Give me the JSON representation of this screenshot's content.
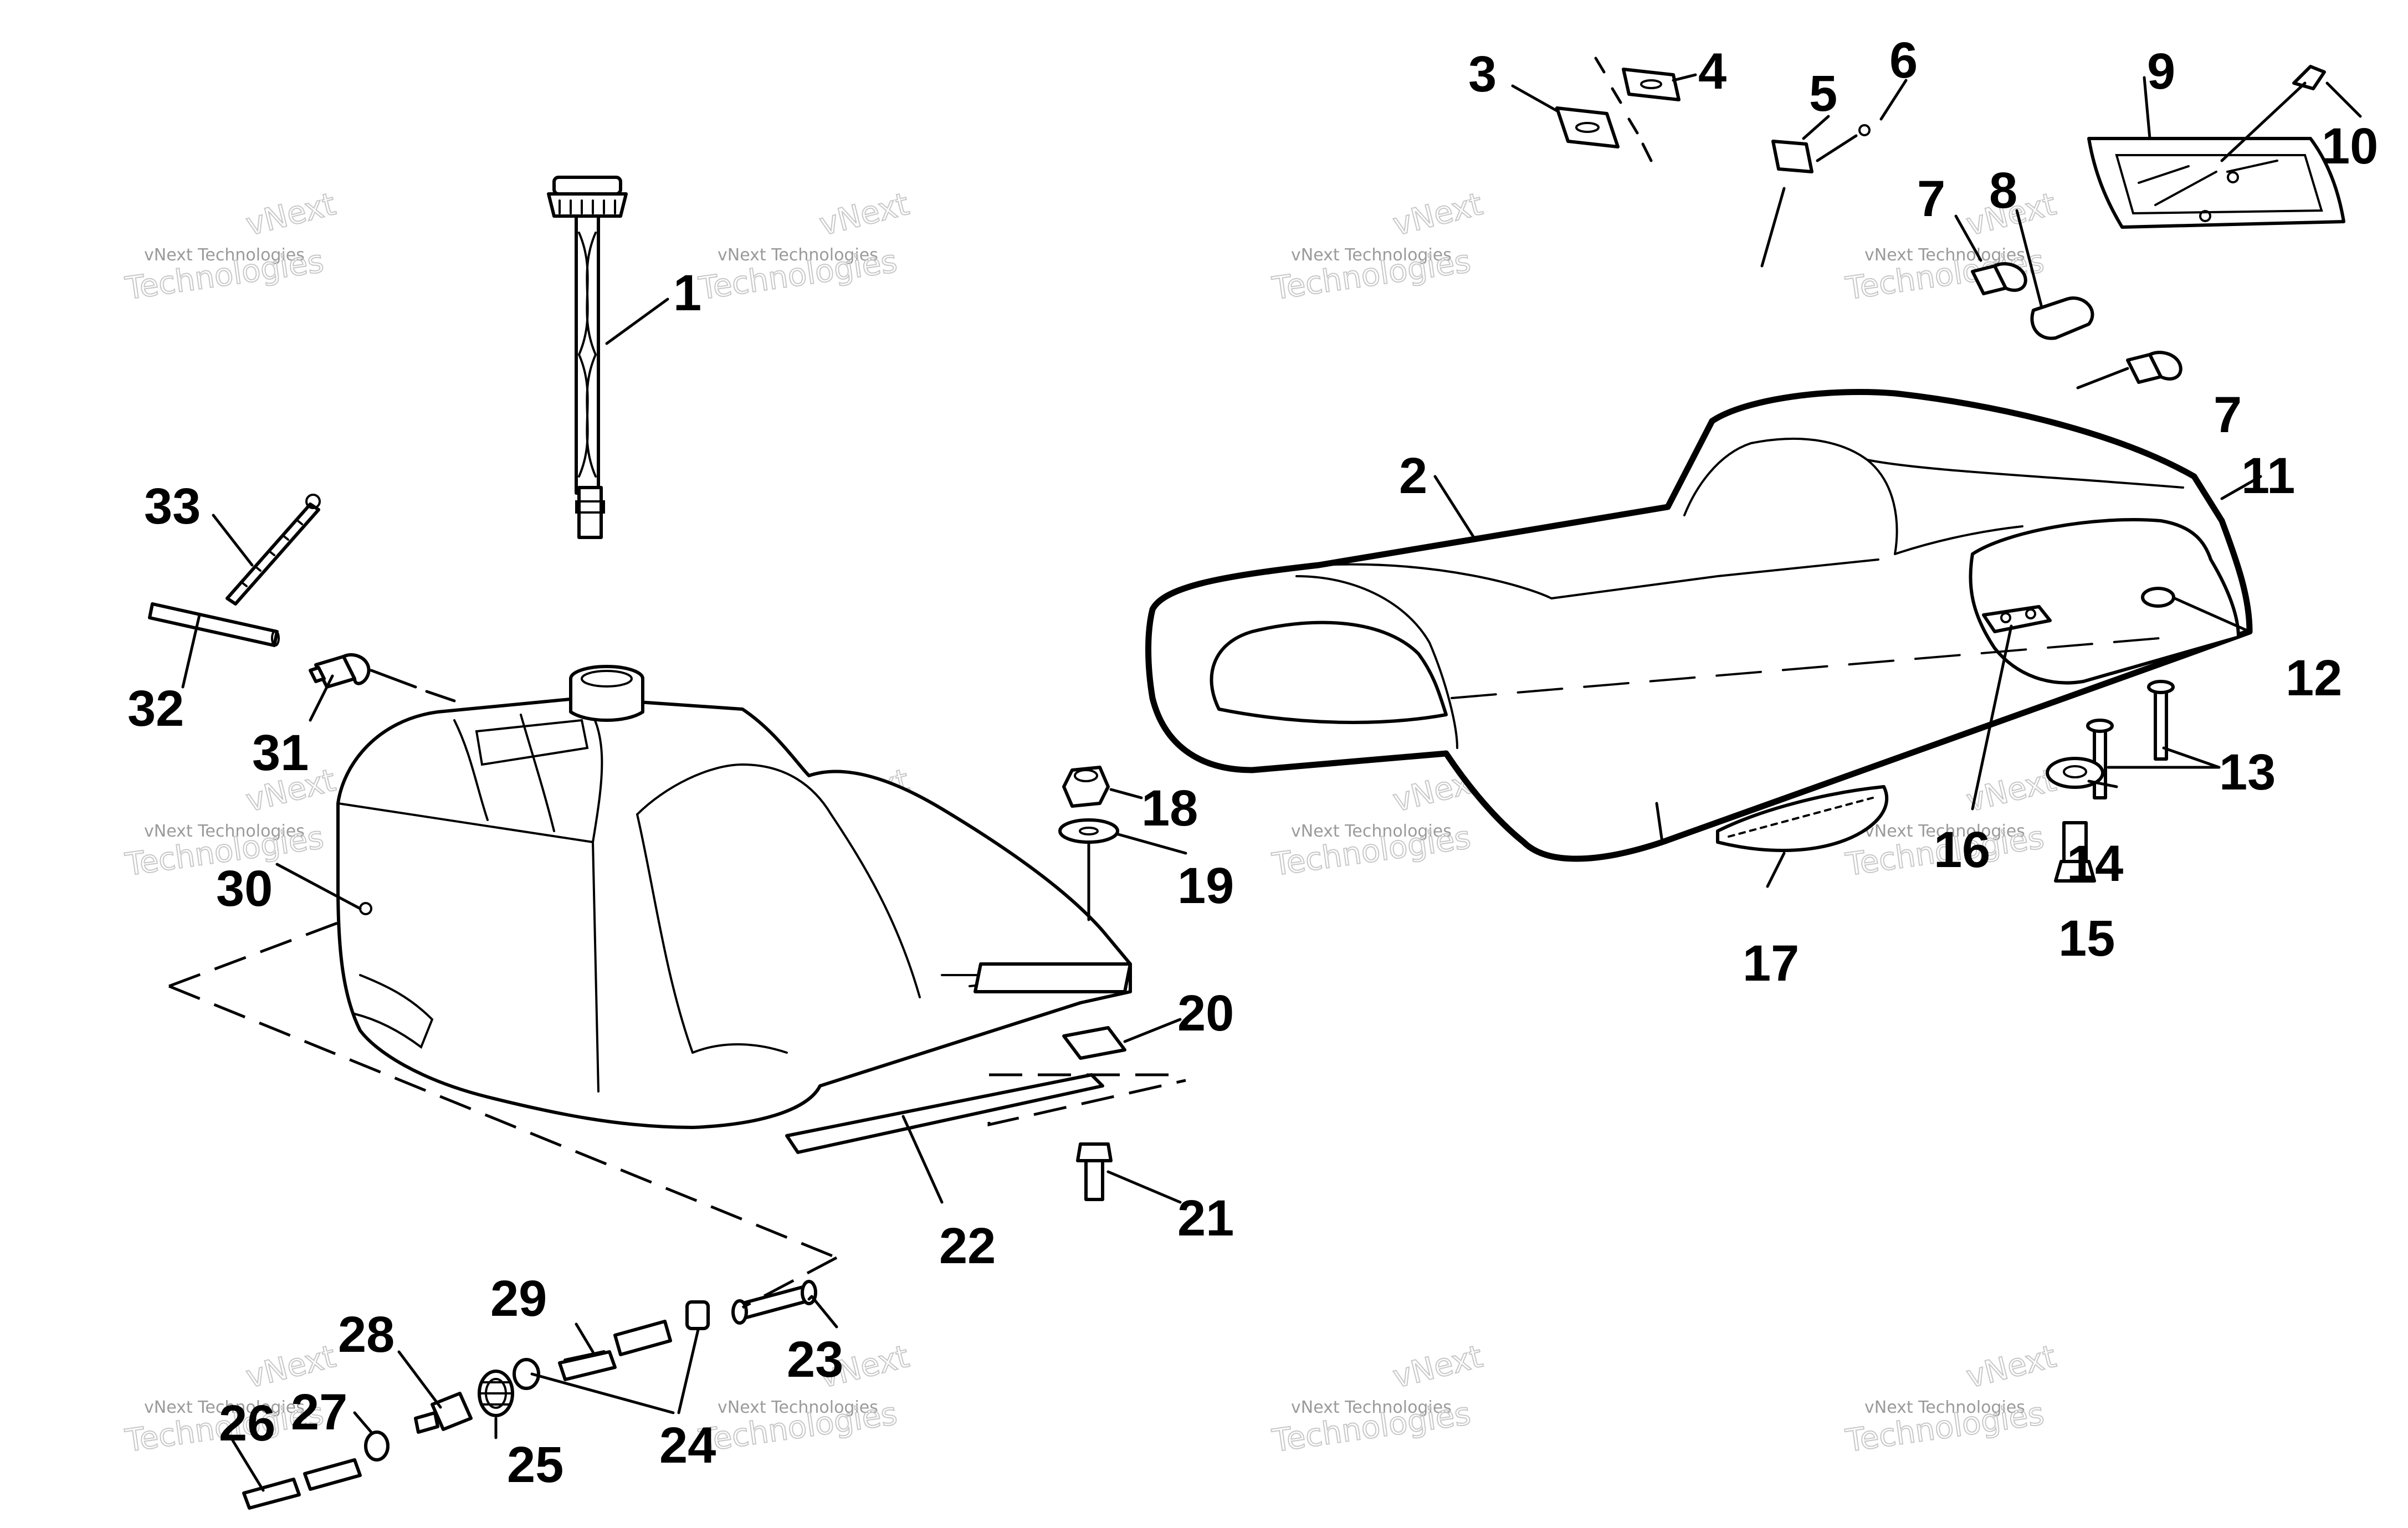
{
  "watermark": {
    "brand": "vNext",
    "line_small": "vNext Technologies",
    "line_big": "Technologies"
  },
  "callouts": [
    {
      "id": "1",
      "label": "1"
    },
    {
      "id": "2",
      "label": "2"
    },
    {
      "id": "3",
      "label": "3"
    },
    {
      "id": "4",
      "label": "4"
    },
    {
      "id": "5",
      "label": "5"
    },
    {
      "id": "6",
      "label": "6"
    },
    {
      "id": "7a",
      "label": "7"
    },
    {
      "id": "7b",
      "label": "7"
    },
    {
      "id": "8",
      "label": "8"
    },
    {
      "id": "9",
      "label": "9"
    },
    {
      "id": "10",
      "label": "10"
    },
    {
      "id": "11",
      "label": "11"
    },
    {
      "id": "12",
      "label": "12"
    },
    {
      "id": "13",
      "label": "13"
    },
    {
      "id": "14",
      "label": "14"
    },
    {
      "id": "15",
      "label": "15"
    },
    {
      "id": "16",
      "label": "16"
    },
    {
      "id": "17",
      "label": "17"
    },
    {
      "id": "18",
      "label": "18"
    },
    {
      "id": "19",
      "label": "19"
    },
    {
      "id": "20",
      "label": "20"
    },
    {
      "id": "21",
      "label": "21"
    },
    {
      "id": "22",
      "label": "22"
    },
    {
      "id": "23",
      "label": "23"
    },
    {
      "id": "24",
      "label": "24"
    },
    {
      "id": "25",
      "label": "25"
    },
    {
      "id": "26",
      "label": "26"
    },
    {
      "id": "27",
      "label": "27"
    },
    {
      "id": "28",
      "label": "28"
    },
    {
      "id": "29",
      "label": "29"
    },
    {
      "id": "30",
      "label": "30"
    },
    {
      "id": "31",
      "label": "31"
    },
    {
      "id": "32",
      "label": "32"
    },
    {
      "id": "33",
      "label": "33"
    }
  ]
}
